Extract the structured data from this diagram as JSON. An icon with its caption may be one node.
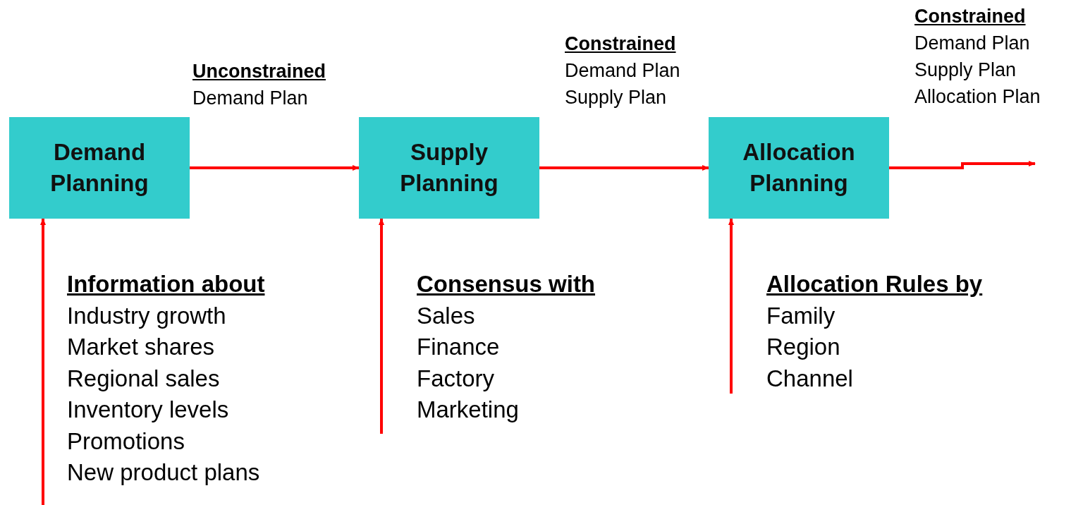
{
  "diagram": {
    "nodes": [
      {
        "text": [
          "Demand Planning"
        ]
      },
      {
        "text": [
          "Supply Planning"
        ]
      },
      {
        "text": [
          "Allocation Planning"
        ]
      }
    ],
    "edges": [
      {
        "from": 0,
        "to": 1,
        "arrow": "to"
      },
      {
        "from": 1,
        "to": 2,
        "arrow": "to"
      },
      {
        "from": 2,
        "to": null,
        "arrow": "to"
      },
      {
        "from": null,
        "to": 0,
        "arrow": "to"
      },
      {
        "from": null,
        "to": 1,
        "arrow": "to"
      },
      {
        "from": null,
        "to": 2,
        "arrow": "to"
      }
    ],
    "labels": [
      "Unconstrained",
      "Demand Plan",
      "Constrained",
      "Demand Plan",
      "Supply Plan",
      "Constrained",
      "Demand Plan",
      "Supply Plan",
      "Allocation Plan",
      "Information about",
      "Industry growth",
      "Market shares",
      "Regional sales",
      "Inventory levels",
      "Promotions",
      "New product plans",
      "Consensus with",
      "Sales",
      "Finance",
      "Factory",
      "Marketing",
      "Allocation Rules by",
      "Family",
      "Region",
      "Channel"
    ]
  }
}
